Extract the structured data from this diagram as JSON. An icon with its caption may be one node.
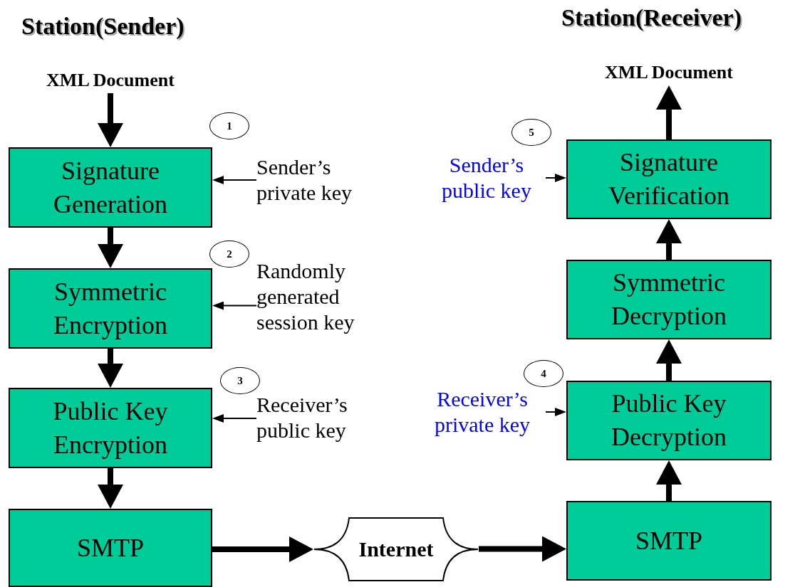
{
  "diagram": {
    "nodes": [
      {
        "text": [
          "XML Document"
        ]
      },
      {
        "text": [
          "Signature Generation"
        ]
      },
      {
        "text": [
          "Symmetric Encryption"
        ]
      },
      {
        "text": [
          "Public Key Encryption"
        ]
      },
      {
        "text": [
          "SMTP"
        ]
      },
      {
        "text": [
          "Internet"
        ]
      },
      {
        "text": [
          "SMTP"
        ]
      },
      {
        "text": [
          "Public Key Decryption"
        ]
      },
      {
        "text": [
          "Symmetric Decryption"
        ]
      },
      {
        "text": [
          "Signature Verification"
        ]
      },
      {
        "text": [
          "XML Document"
        ]
      },
      {
        "text": [
          "Sender’s private key"
        ]
      },
      {
        "text": [
          "Randomly generated session key"
        ]
      },
      {
        "text": [
          "Receiver’s public key"
        ]
      },
      {
        "text": [
          "Receiver’s private key"
        ]
      },
      {
        "text": [
          "Sender’s public key"
        ]
      },
      {
        "text": [
          "1"
        ]
      },
      {
        "text": [
          "2"
        ]
      },
      {
        "text": [
          "3"
        ]
      },
      {
        "text": [
          "4"
        ]
      },
      {
        "text": [
          "5"
        ]
      }
    ],
    "edges": [
      {
        "from": 0,
        "to": 1,
        "arrow": "to"
      },
      {
        "from": 1,
        "to": 2,
        "arrow": "to"
      },
      {
        "from": 2,
        "to": 3,
        "arrow": "to"
      },
      {
        "from": 3,
        "to": 4,
        "arrow": "to"
      },
      {
        "from": 4,
        "to": 5,
        "arrow": "to"
      },
      {
        "from": 5,
        "to": 6,
        "arrow": "to"
      },
      {
        "from": 6,
        "to": 7,
        "arrow": "to"
      },
      {
        "from": 7,
        "to": 8,
        "arrow": "to"
      },
      {
        "from": 8,
        "to": 9,
        "arrow": "to"
      },
      {
        "from": 9,
        "to": 10,
        "arrow": "to"
      },
      {
        "from": 11,
        "to": 1,
        "arrow": "to"
      },
      {
        "from": 12,
        "to": 2,
        "arrow": "to"
      },
      {
        "from": 13,
        "to": 3,
        "arrow": "to"
      },
      {
        "from": 14,
        "to": 7,
        "arrow": "to"
      },
      {
        "from": 15,
        "to": 9,
        "arrow": "to"
      }
    ],
    "labels": [
      "Station(Sender)",
      "Station(Receiver)"
    ]
  }
}
